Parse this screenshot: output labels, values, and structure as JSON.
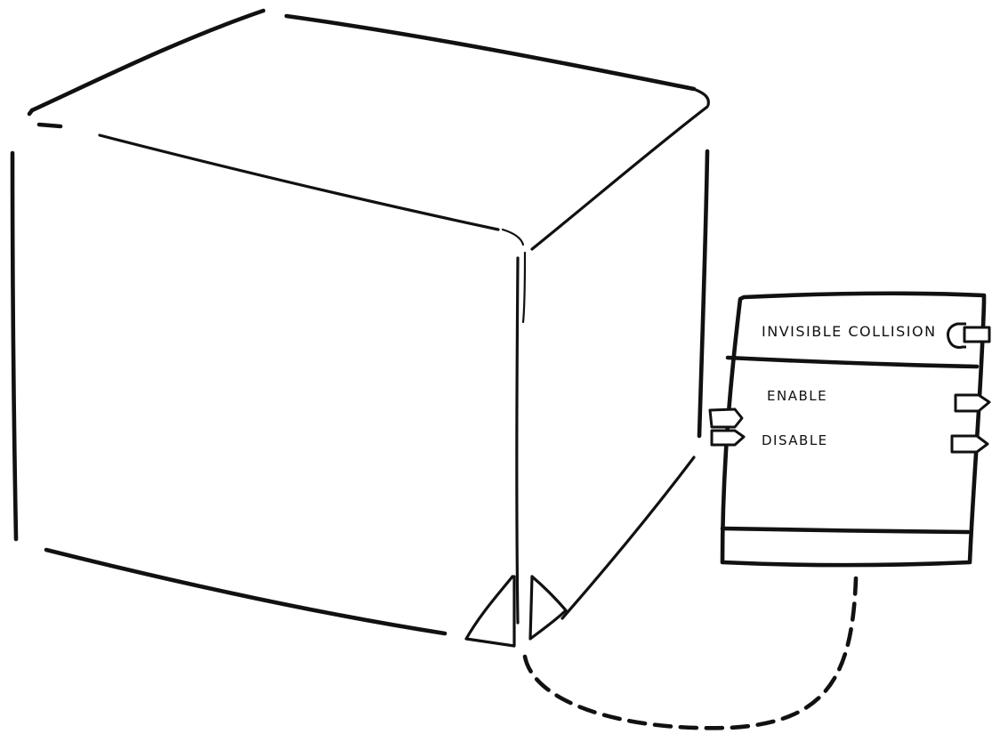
{
  "node": {
    "title": "INVISIBLE COLLISION",
    "inputs": [
      {
        "label": "ENABLE"
      },
      {
        "label": "DISABLE"
      }
    ]
  },
  "colors": {
    "ink": "#111111",
    "paper": "#ffffff"
  },
  "icons": {
    "cube": "cube-wireframe",
    "pin": "exec-pin-arrow",
    "title_pin": "output-pin-rounded",
    "connector": "dashed-curve"
  }
}
